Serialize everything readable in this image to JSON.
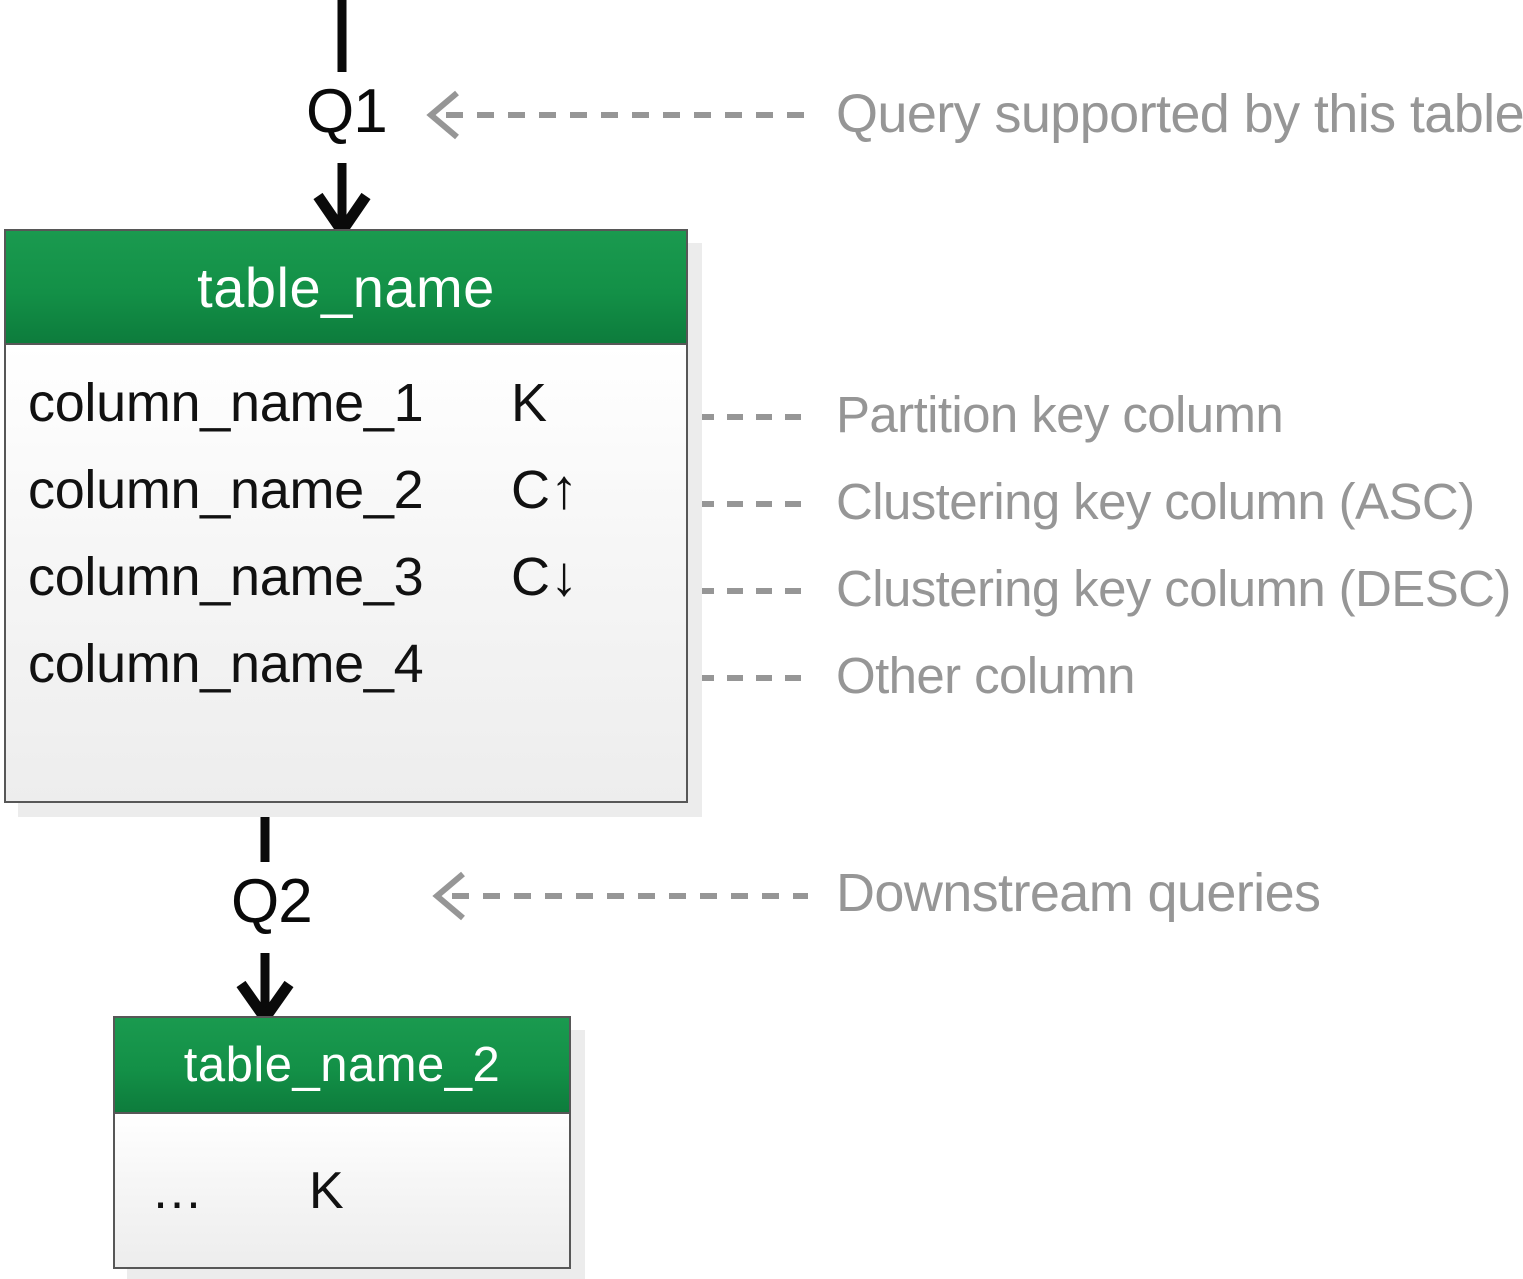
{
  "diagram": {
    "title": "Cassandra table / query chain notation legend",
    "colors": {
      "header_green": "#139047",
      "border_gray": "#575757",
      "annotation_gray": "#969696",
      "arrow_black": "#0a0a0a",
      "shadow_gray": "#ececec"
    },
    "tables": [
      {
        "name": "table_name",
        "columns": [
          {
            "name": "column_name_1",
            "key": "K",
            "ordering": ""
          },
          {
            "name": "column_name_2",
            "key": "C",
            "ordering": "↑"
          },
          {
            "name": "column_name_3",
            "key": "C",
            "ordering": "↓"
          },
          {
            "name": "column_name_4",
            "key": "",
            "ordering": ""
          }
        ]
      },
      {
        "name": "table_name_2",
        "columns": [
          {
            "name": "…",
            "key": "K",
            "ordering": ""
          }
        ]
      }
    ],
    "queries": [
      {
        "id": "Q1",
        "label": "Q1"
      },
      {
        "id": "Q2",
        "label": "Q2"
      }
    ],
    "annotations": [
      {
        "id": "query",
        "text": "Query supported by this table"
      },
      {
        "id": "partition",
        "text": "Partition key column"
      },
      {
        "id": "clust_asc",
        "text": "Clustering key column (ASC)"
      },
      {
        "id": "clust_desc",
        "text": "Clustering key column (DESC)"
      },
      {
        "id": "other",
        "text": "Other column"
      },
      {
        "id": "downstream",
        "text": "Downstream queries"
      }
    ]
  }
}
